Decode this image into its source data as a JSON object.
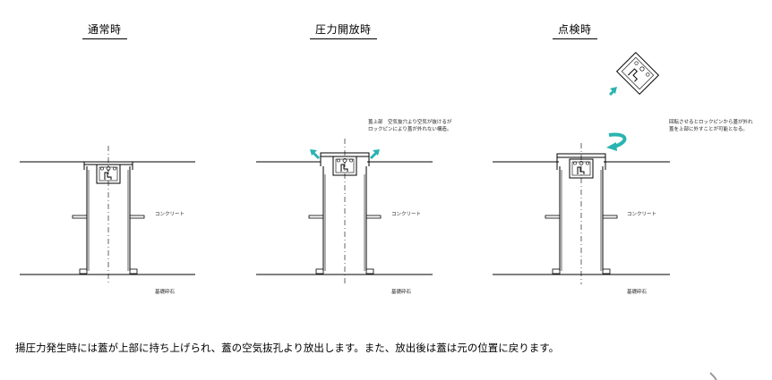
{
  "panels": [
    {
      "title": "通常時",
      "concrete_label": "コンクリート",
      "base_label": "基礎砕石"
    },
    {
      "title": "圧力開放時",
      "concrete_label": "コンクリート",
      "base_label": "基礎砕石",
      "note_line1": "蓋上部　空気抜穴より空気が抜けるが",
      "note_line2": "ロックピンにより蓋が外れない構造。"
    },
    {
      "title": "点検時",
      "concrete_label": "コンクリート",
      "base_label": "基礎砕石",
      "note_line1": "回転させるとロックピンから蓋が外れ",
      "note_line2": "蓋を上部に外すことが可能となる。"
    }
  ],
  "caption": "揚圧力発生時には蓋が上部に持ち上げられ、蓋の空気抜孔より放出します。また、放出後は蓋は元の位置に戻ります。",
  "colors": {
    "arrow": "#2ab3b1",
    "line": "#000000"
  }
}
